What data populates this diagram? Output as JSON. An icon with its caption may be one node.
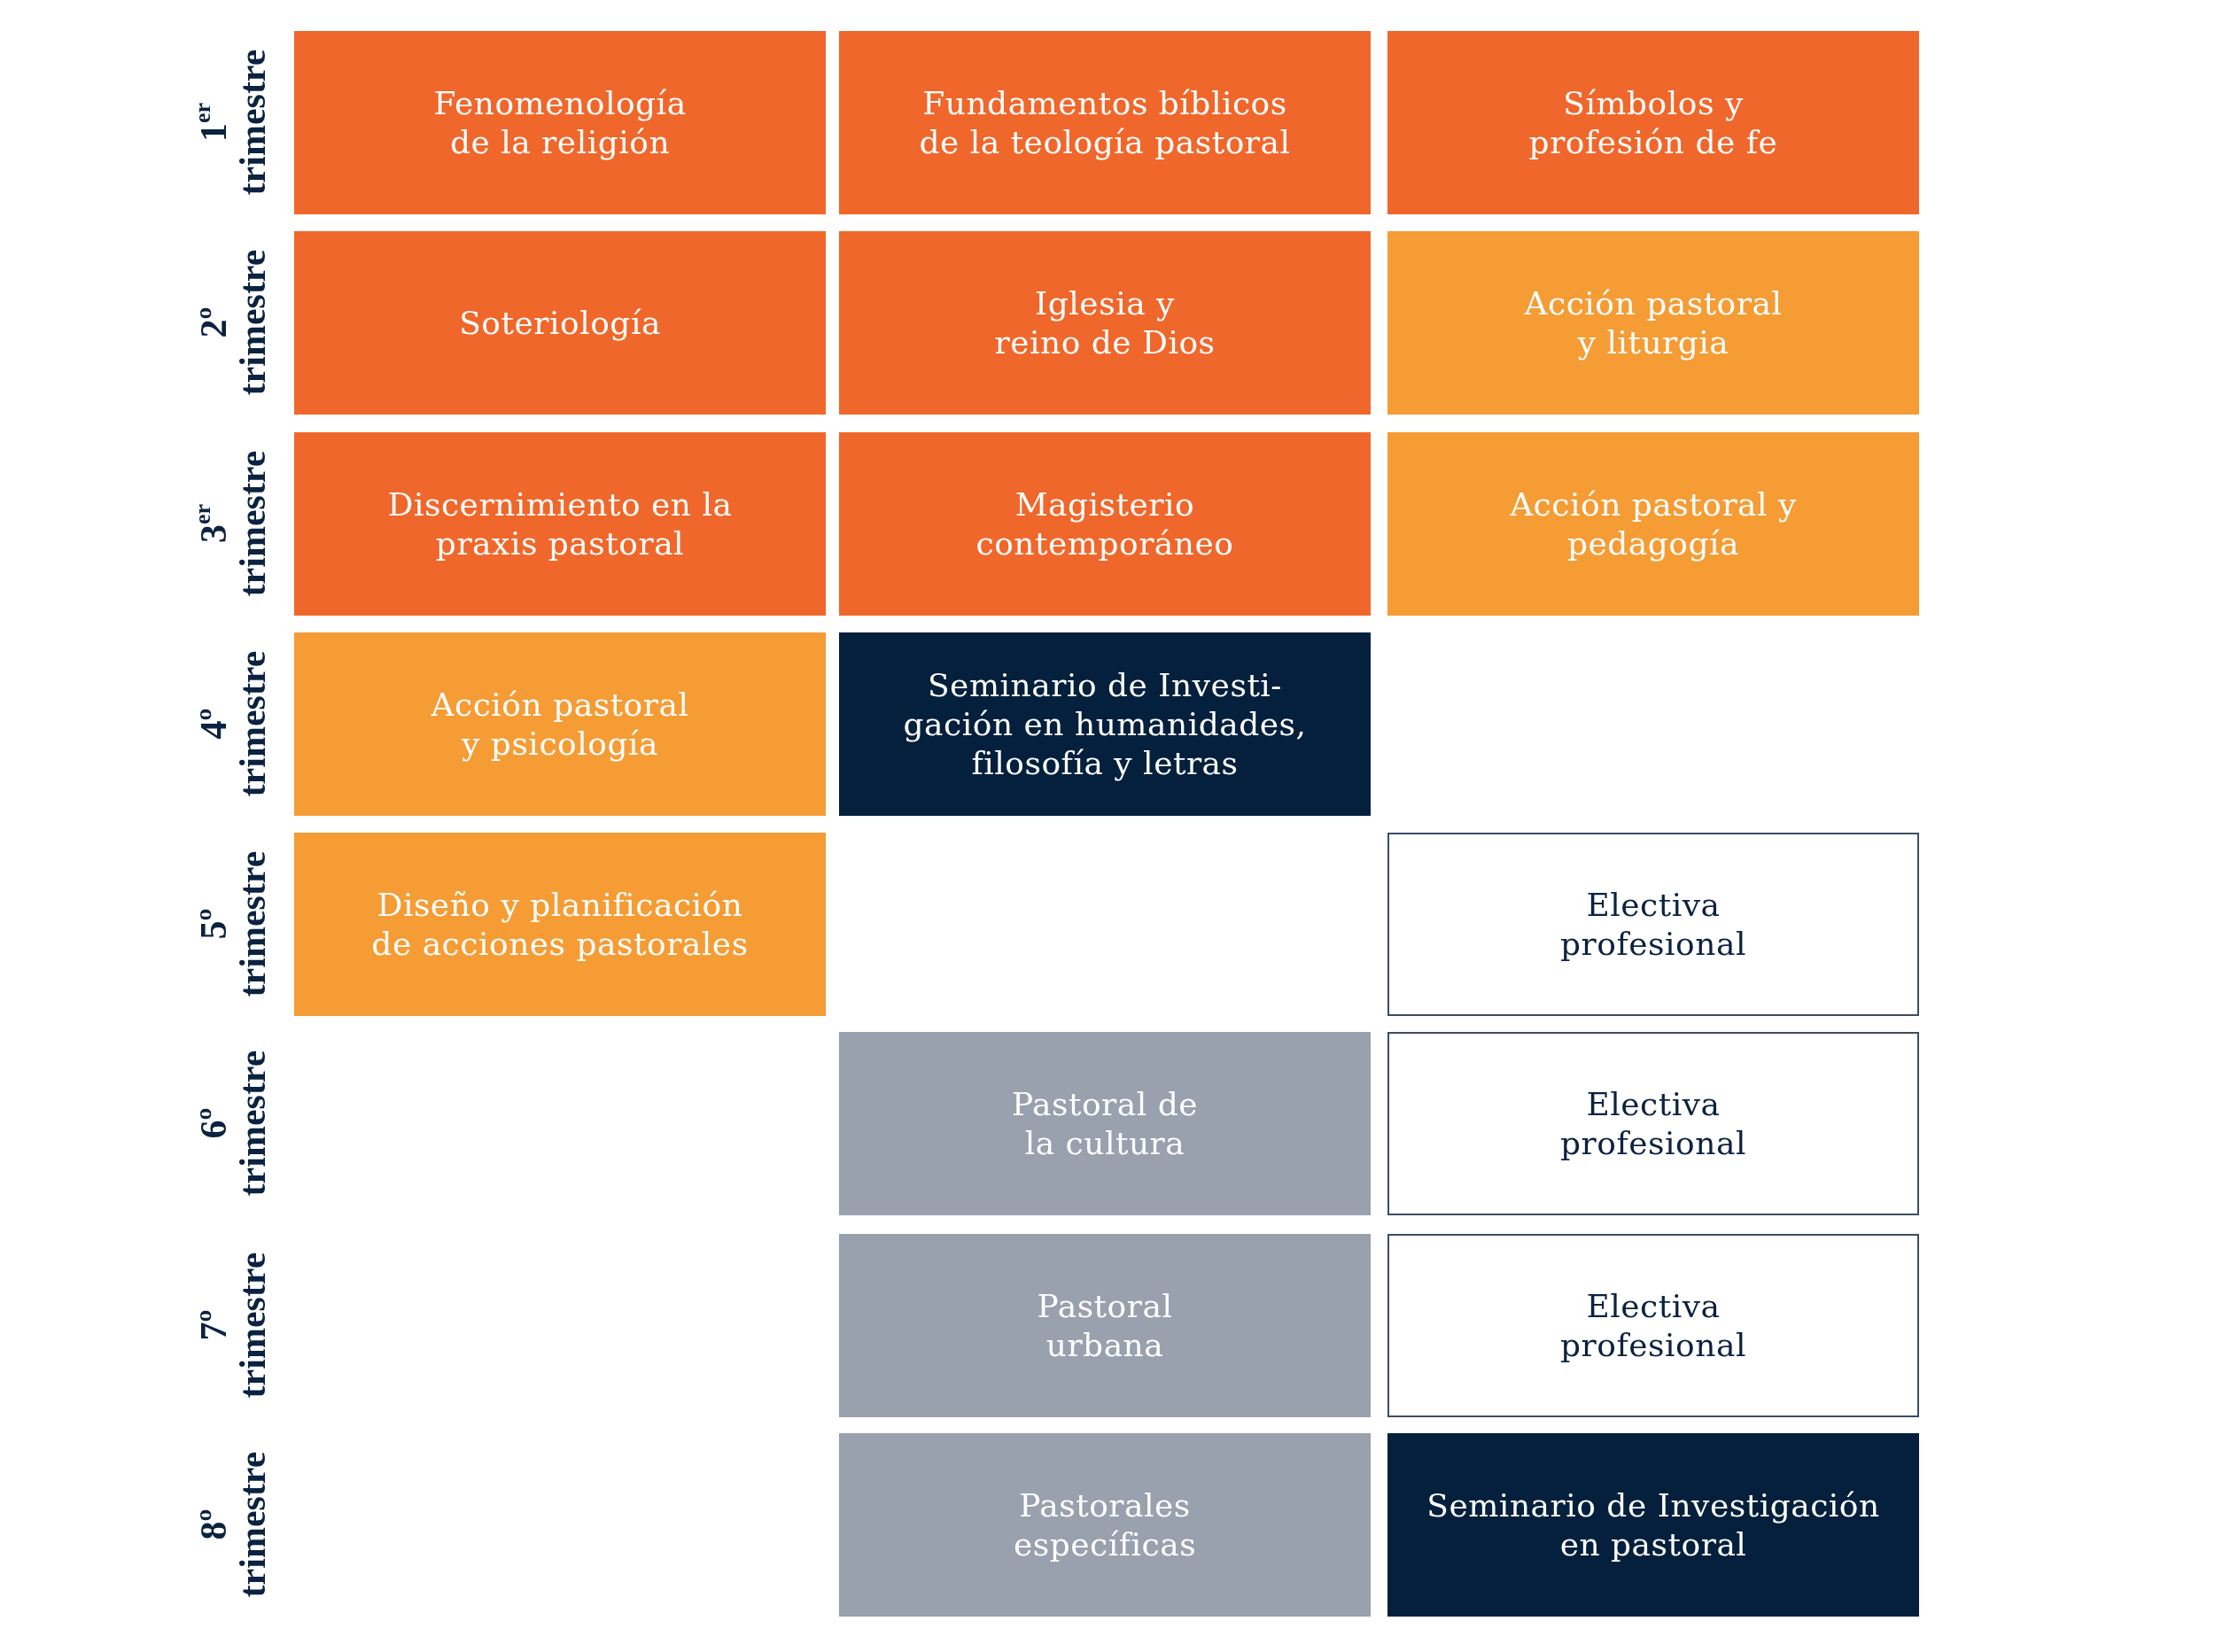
{
  "diagram": {
    "nodes": [
      {
        "text": [
          "Fenomenología de la religión"
        ]
      },
      {
        "text": [
          "Fundamentos bíblicos de la teología pastoral"
        ]
      },
      {
        "text": [
          "Símbolos y profesión de fe"
        ]
      },
      {
        "text": [
          "Soteriología"
        ]
      },
      {
        "text": [
          "Iglesia y reino de Dios"
        ]
      },
      {
        "text": [
          "Acción pastoral y liturgia"
        ]
      },
      {
        "text": [
          "Discernimiento en la praxis pastoral"
        ]
      },
      {
        "text": [
          "Magisterio contemporáneo"
        ]
      },
      {
        "text": [
          "Acción pastoral y pedagogía"
        ]
      },
      {
        "text": [
          "Acción pastoral y psicología"
        ]
      },
      {
        "text": [
          "Seminario de Investi- gación en humanidades, filosofía y letras"
        ]
      },
      {
        "text": [
          "Diseño y planificación de acciones pastorales"
        ]
      },
      {
        "text": [
          "Electiva profesional"
        ]
      },
      {
        "text": [
          "Pastoral de la cultura"
        ]
      },
      {
        "text": [
          "Electiva profesional"
        ]
      },
      {
        "text": [
          "Pastoral urbana"
        ]
      },
      {
        "text": [
          "Electiva profesional"
        ]
      },
      {
        "text": [
          "Pastorales específicas"
        ]
      },
      {
        "text": [
          "Seminario de Investigación en pastoral"
        ]
      }
    ],
    "labels": [
      "1$^{er}$ trimestre",
      "2º trimestre",
      "3$^{er}$ trimestre",
      "4º trimestre",
      "5º trimestre",
      "6º trimestre",
      "7º trimestre",
      "8º trimestre"
    ]
  }
}
